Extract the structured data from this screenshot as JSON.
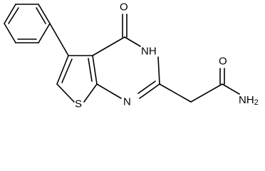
{
  "molecule": {
    "atoms": {
      "oxygen": "O",
      "nh": "NH",
      "sulfur": "S",
      "nitrogen": "N",
      "amide_n": "NH",
      "amide_n_sub": "2",
      "amide_o": "O"
    }
  }
}
